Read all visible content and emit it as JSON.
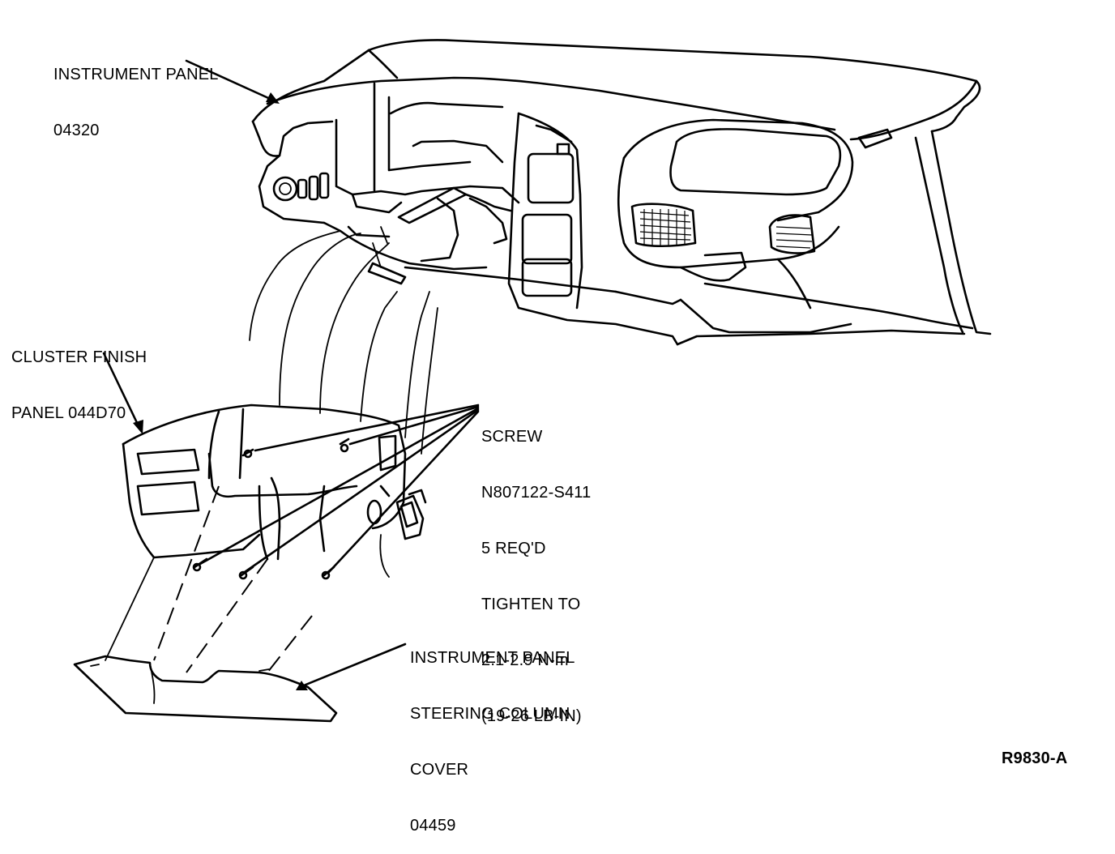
{
  "labels": {
    "instrument_panel": {
      "lines": [
        "INSTRUMENT PANEL",
        "04320"
      ]
    },
    "cluster_finish_panel": {
      "lines": [
        "CLUSTER FINISH",
        "PANEL 044D70"
      ]
    },
    "screw": {
      "lines": [
        "SCREW",
        "N807122-S411",
        "5 REQ'D",
        "TIGHTEN TO",
        "2.1-2.9 N-m",
        "(19-26 LB-IN)"
      ]
    },
    "steering_column_cover": {
      "lines": [
        "INSTRUMENT PANEL",
        "STEERING COLUMN",
        "COVER",
        "04459"
      ]
    },
    "reference_code": "R9830-A"
  }
}
